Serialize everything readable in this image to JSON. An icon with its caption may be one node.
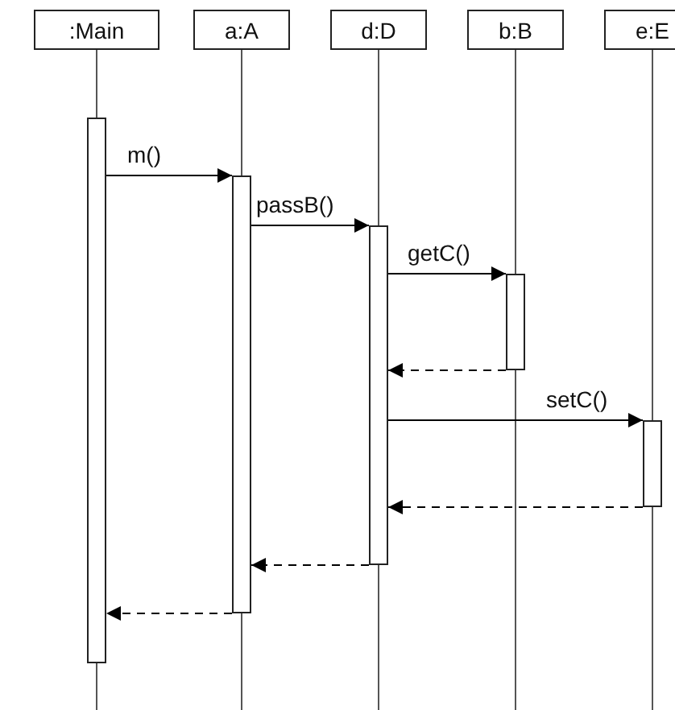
{
  "diagram": {
    "nodes": [
      {
        "text": [
          ":Main"
        ]
      },
      {
        "text": [
          "a:A"
        ]
      },
      {
        "text": [
          "d:D"
        ]
      },
      {
        "text": [
          "b:B"
        ]
      },
      {
        "text": [
          "e:E"
        ]
      },
      {
        "text": [],
        "shape": "bar"
      },
      {
        "text": [],
        "shape": "bar"
      },
      {
        "text": [],
        "shape": "bar"
      },
      {
        "text": [],
        "shape": "bar"
      },
      {
        "text": [],
        "shape": "bar"
      }
    ],
    "edges": [
      {
        "from": 0,
        "to": 5,
        "arrow": "none"
      },
      {
        "from": 1,
        "to": 6,
        "arrow": "none"
      },
      {
        "from": 2,
        "to": 7,
        "arrow": "none"
      },
      {
        "from": 3,
        "to": 8,
        "arrow": "none"
      },
      {
        "from": 4,
        "to": 9,
        "arrow": "none"
      },
      {
        "from": 5,
        "to": 6,
        "arrow": "to",
        "label": "m()"
      },
      {
        "from": 6,
        "to": 7,
        "arrow": "to",
        "label": "passB()"
      },
      {
        "from": 7,
        "to": 8,
        "arrow": "to",
        "label": "getC()"
      },
      {
        "from": 8,
        "to": 7,
        "arrow": "to",
        "style": "dashed"
      },
      {
        "from": 7,
        "to": 9,
        "arrow": "to",
        "label": "setC()"
      },
      {
        "from": 9,
        "to": 7,
        "arrow": "to",
        "style": "dashed"
      },
      {
        "from": 7,
        "to": 6,
        "arrow": "to",
        "style": "dashed"
      },
      {
        "from": 6,
        "to": 5,
        "arrow": "to",
        "style": "dashed"
      }
    ]
  }
}
